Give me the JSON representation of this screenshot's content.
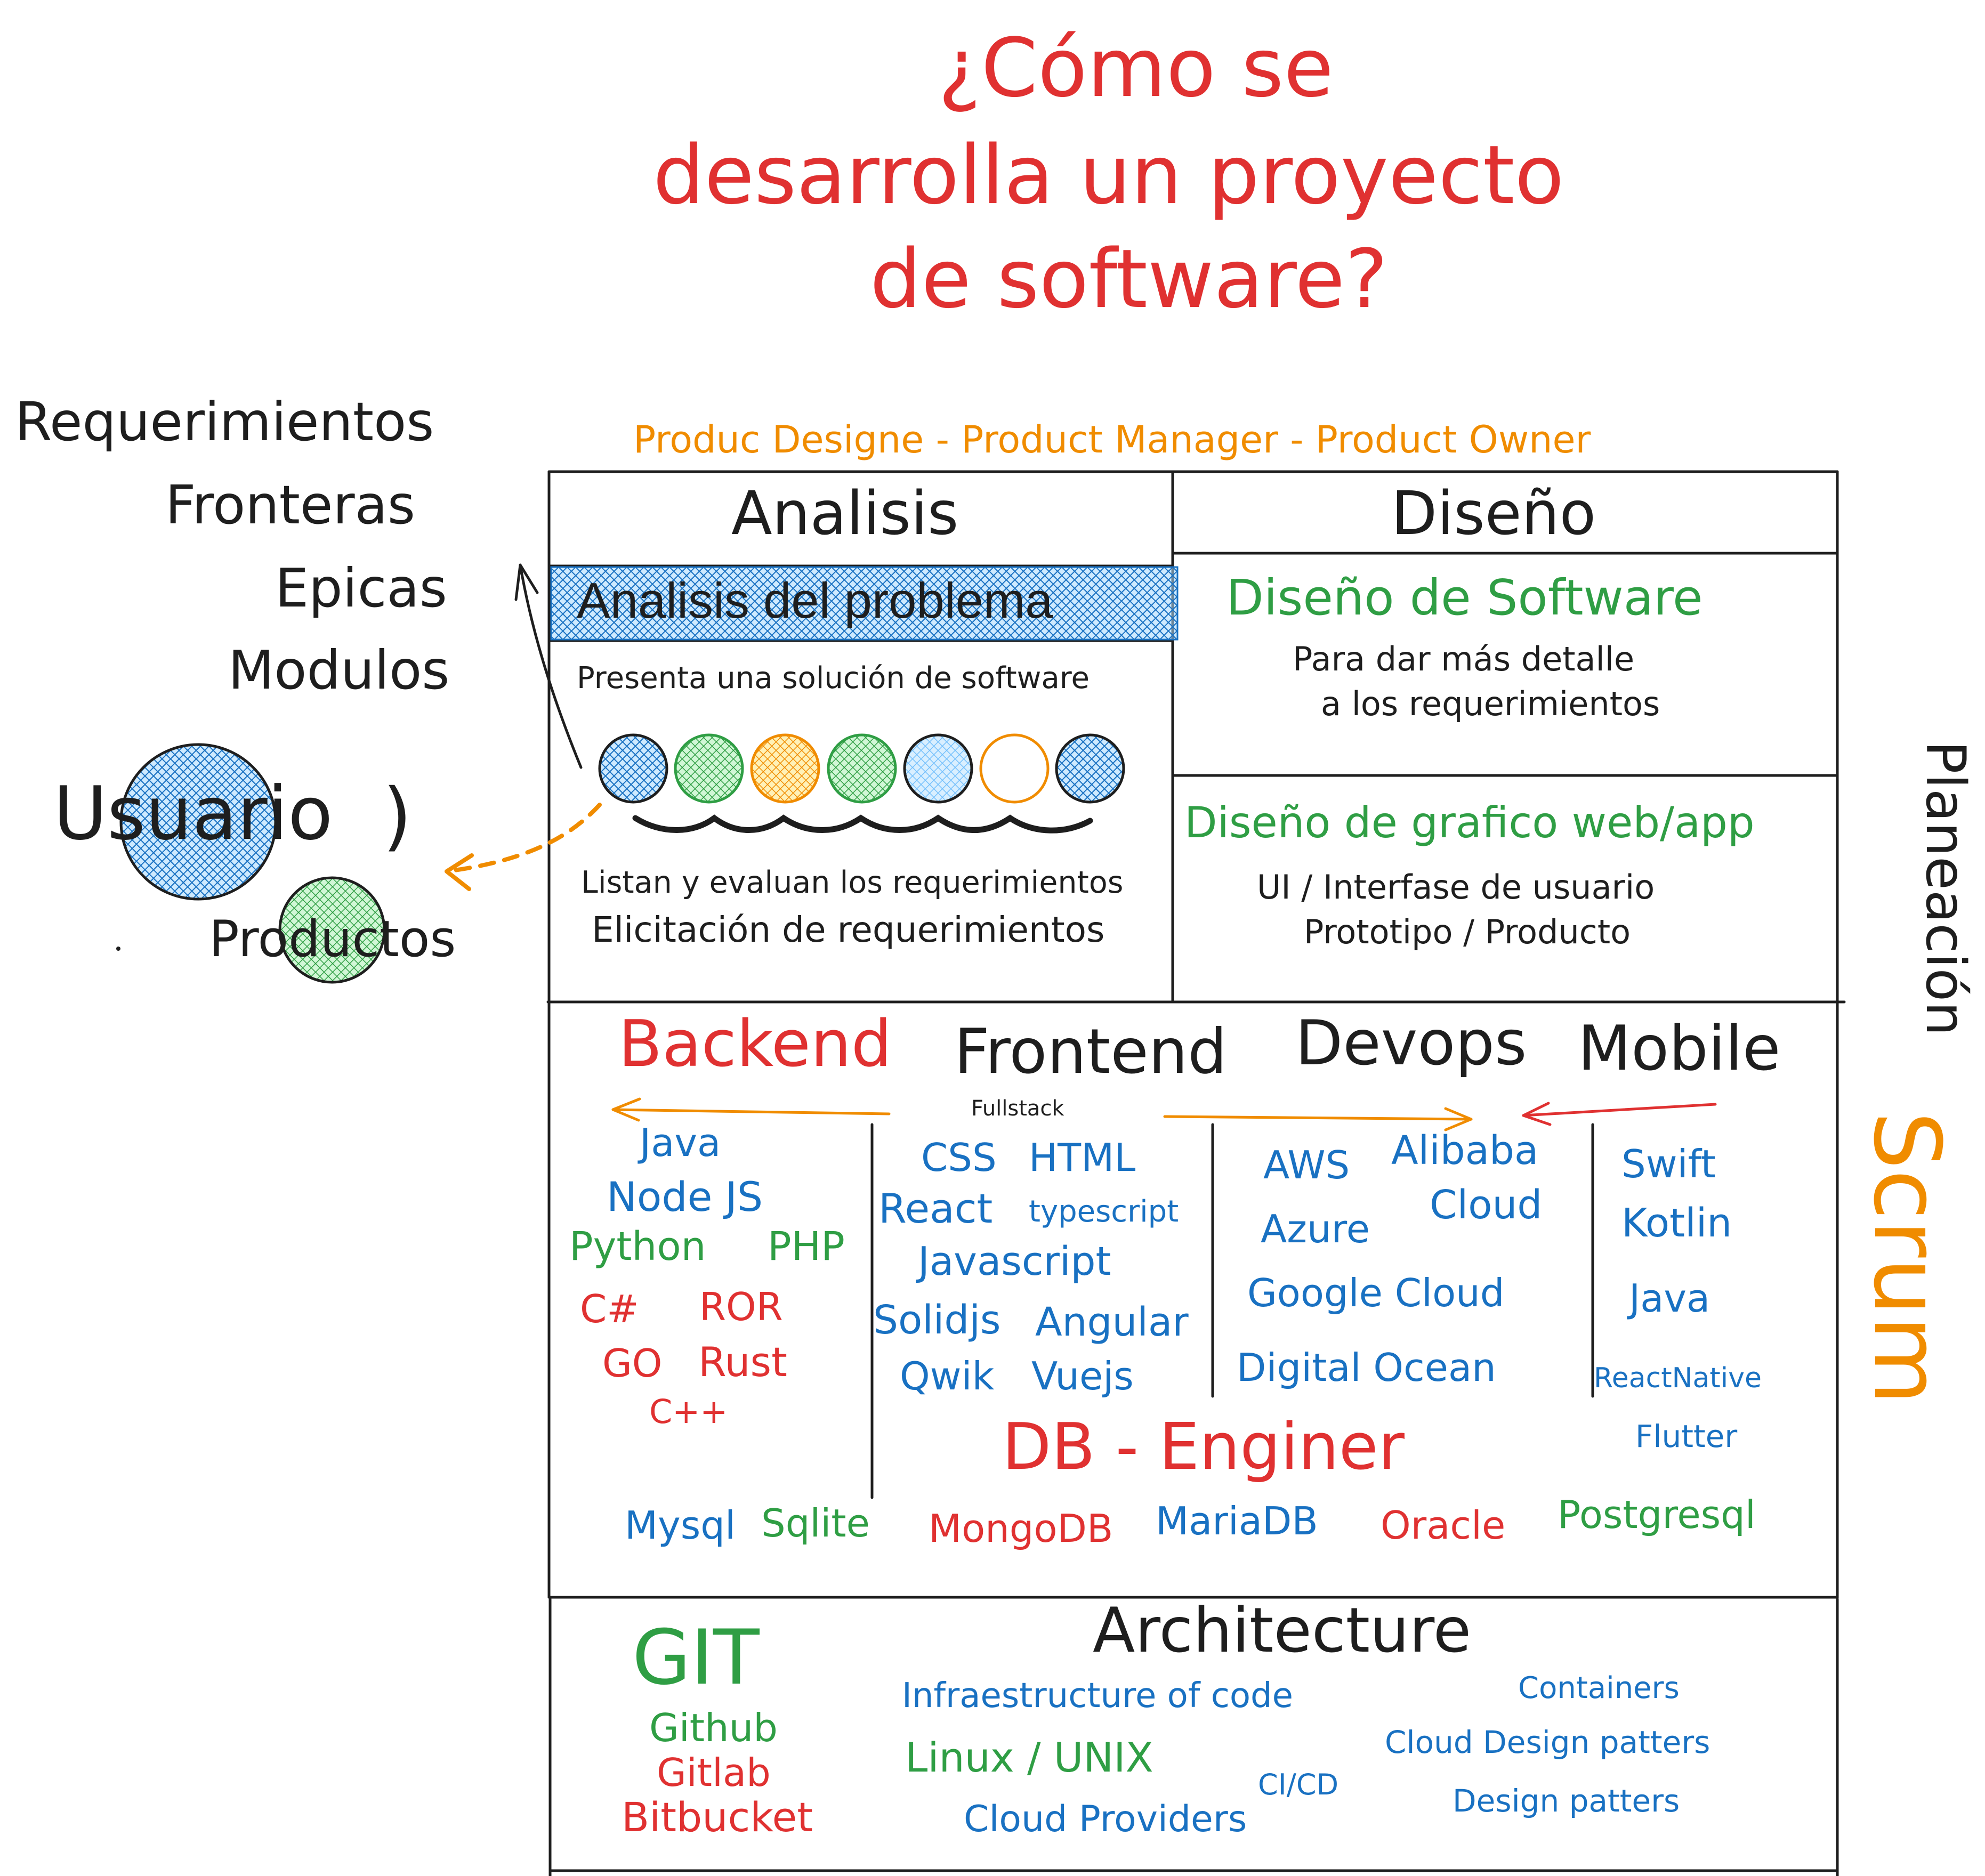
{
  "title": [
    "¿Cómo se",
    "desarrolla un proyecto",
    "de software?"
  ],
  "roles": "Produc Designe - Product Manager - Product Owner",
  "left_list": [
    "Requerimientos",
    "Fronteras",
    "Epicas",
    "Modulos"
  ],
  "usuario": "Usuario",
  "usuario_paren": ")",
  "productos": "Productos",
  "analisis": {
    "heading": "Analisis",
    "banner": "Analisis del problema",
    "solucion": "Presenta una solución de software",
    "listan": "Listan y evaluan los requerimientos",
    "elicitacion": "Elicitación de requerimientos"
  },
  "diseno": {
    "heading": "Diseño",
    "software_title": "Diseño de Software",
    "software_desc": [
      "Para dar más detalle",
      "a los requerimientos"
    ],
    "grafico_title": "Diseño de grafico web/app",
    "grafico_desc": [
      "UI / Interfase de usuario",
      "Prototipo / Producto"
    ]
  },
  "side": {
    "planeacion": "Planeación",
    "scrum": "Scrum"
  },
  "dev": {
    "backend": "Backend",
    "frontend": "Frontend",
    "devops": "Devops",
    "mobile": "Mobile",
    "fullstack": "Fullstack",
    "backend_items": {
      "java": "Java",
      "node": "Node JS",
      "python": "Python",
      "php": "PHP",
      "csharp": "C#",
      "ror": "ROR",
      "go": "GO",
      "rust": "Rust",
      "cpp": "C++"
    },
    "frontend_items": {
      "css": "CSS",
      "html": "HTML",
      "react": "React",
      "typescript": "typescript",
      "javascript": "Javascript",
      "solidjs": "Solidjs",
      "angular": "Angular",
      "qwik": "Qwik",
      "vuejs": "Vuejs"
    },
    "devops_items": {
      "aws": "AWS",
      "alibaba": "Alibaba",
      "cloud": "Cloud",
      "azure": "Azure",
      "google": "Google Cloud",
      "digital": "Digital Ocean"
    },
    "mobile_items": {
      "swift": "Swift",
      "kotlin": "Kotlin",
      "java": "Java",
      "reactnative": "ReactNative",
      "flutter": "Flutter"
    },
    "db_title": "DB - Enginer",
    "db_items": {
      "mysql": "Mysql",
      "sqlite": "Sqlite",
      "mongodb": "MongoDB",
      "mariadb": "MariaDB",
      "oracle": "Oracle",
      "postgresql": "Postgresql"
    }
  },
  "arch": {
    "git": "GIT",
    "github": "Github",
    "gitlab": "Gitlab",
    "bitbucket": "Bitbucket",
    "title": "Architecture",
    "iac": "Infraestructure of code",
    "linux": "Linux / UNIX",
    "cloud_providers": "Cloud Providers",
    "cicd": "CI/CD",
    "containers": "Containers",
    "cloud_design": "Cloud Design patters",
    "design_patterns": "Design patters"
  },
  "colors": {
    "red": "#e03131",
    "blue": "#1971c2",
    "green": "#2f9e44",
    "orange": "#f08c00",
    "black": "#1e1e1e",
    "light_blue": "#a5d8ff",
    "light_green": "#b2f2bb",
    "light_orange": "#ffec99"
  }
}
